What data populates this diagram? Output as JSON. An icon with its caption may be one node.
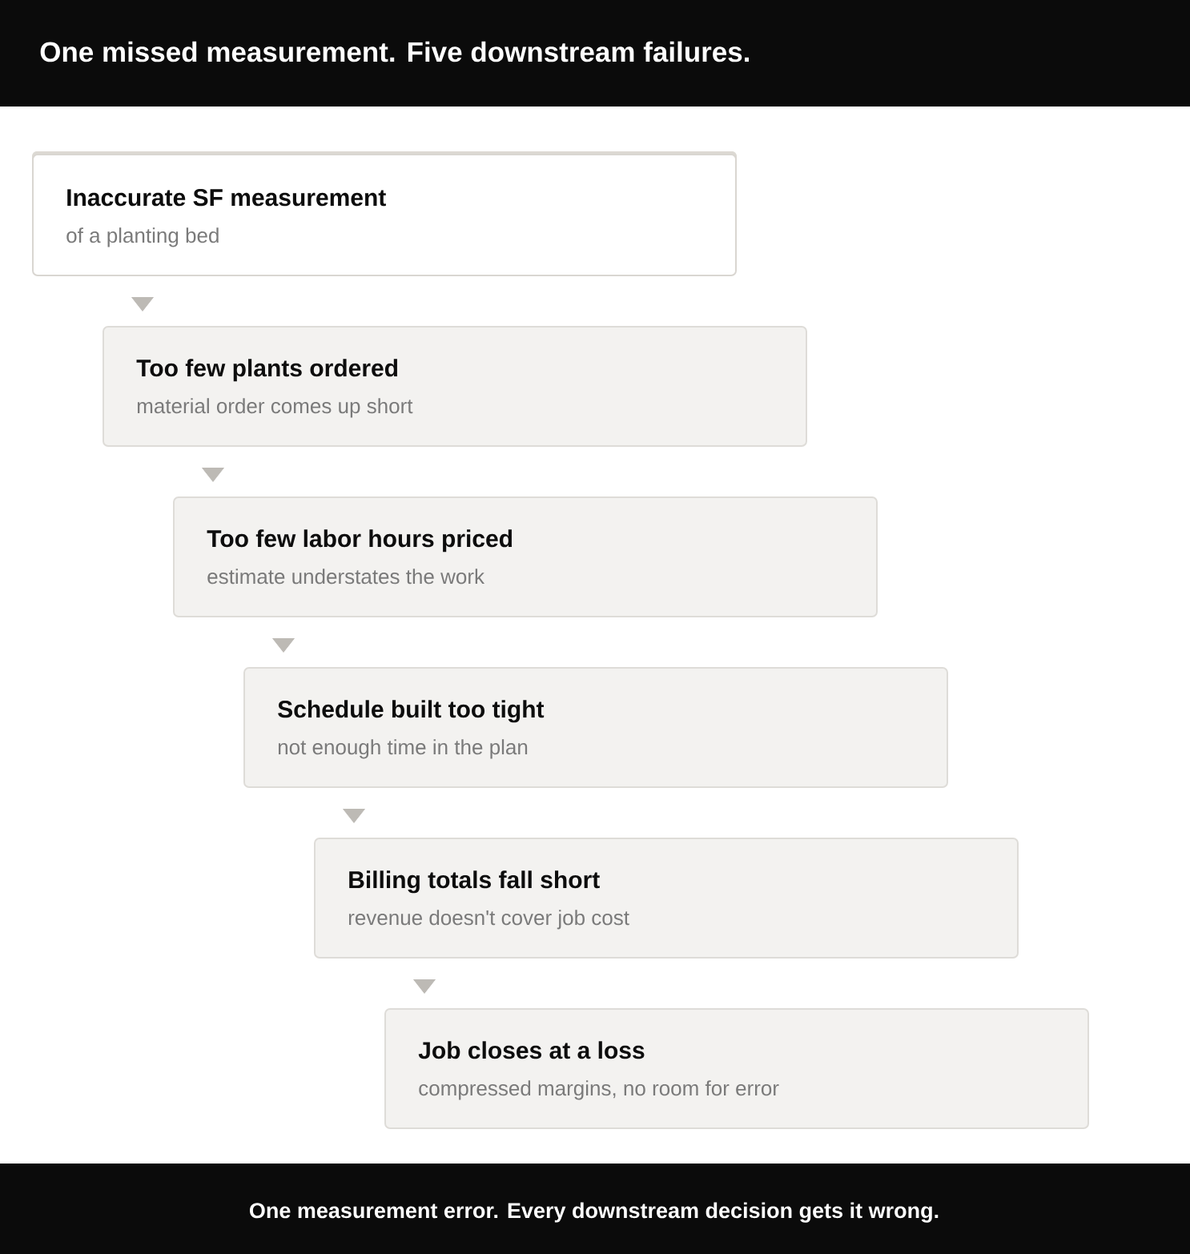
{
  "diagram": {
    "title": "One missed measurement. Five downstream failures.",
    "caption": "One measurement error. Every downstream decision gets it wrong.",
    "nodes": [
      {
        "text": [
          "Inaccurate SF measurement",
          "of a planting bed"
        ]
      },
      {
        "text": [
          "Too few plants ordered",
          "material order comes up short"
        ]
      },
      {
        "text": [
          "Too few labor hours priced",
          "estimate understates the work"
        ]
      },
      {
        "text": [
          "Schedule built too tight",
          "not enough time in the plan"
        ]
      },
      {
        "text": [
          "Billing totals fall short",
          "revenue doesn't cover job cost"
        ]
      },
      {
        "text": [
          "Job closes at a loss",
          "compressed margins, no room for error"
        ]
      }
    ],
    "edges": [
      {
        "from": 0,
        "to": 1,
        "arrow": "to"
      },
      {
        "from": 1,
        "to": 2,
        "arrow": "to"
      },
      {
        "from": 2,
        "to": 3,
        "arrow": "to"
      },
      {
        "from": 3,
        "to": 4,
        "arrow": "to"
      },
      {
        "from": 4,
        "to": 5,
        "arrow": "to"
      }
    ]
  }
}
